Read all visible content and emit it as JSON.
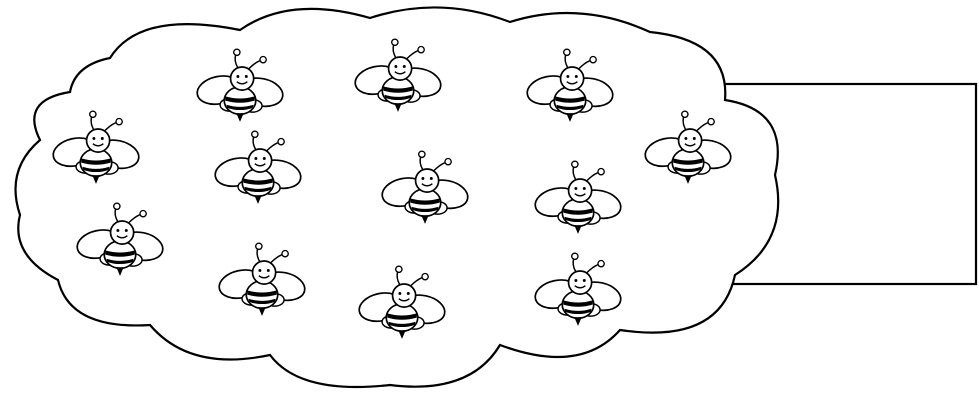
{
  "diagram": {
    "type": "set-grouping",
    "set_container": "cloud",
    "item": "bee",
    "item_count": 12,
    "answer_box": "empty-rectangle",
    "colors": {
      "stroke": "#000000",
      "fill": "#ffffff"
    }
  }
}
